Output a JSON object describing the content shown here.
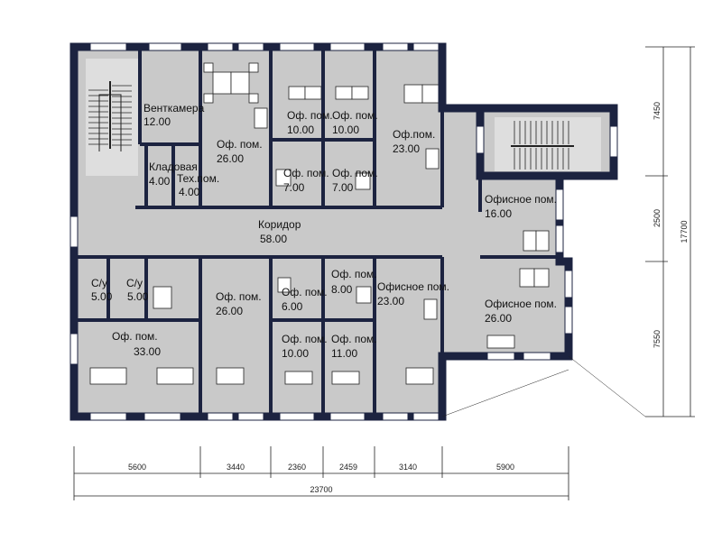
{
  "rooms": {
    "ventkamera": {
      "name": "Венткамера",
      "area": "12.00"
    },
    "kladovaya": {
      "name": "Кладовая",
      "area": "4.00"
    },
    "tehpom": {
      "name": "Тех.пом.",
      "area": "4.00"
    },
    "of_26a": {
      "name": "Оф. пом.",
      "area": "26.00"
    },
    "of_10a": {
      "name": "Оф. пом.",
      "area": "10.00"
    },
    "of_10b": {
      "name": "Оф. пом.",
      "area": "10.00"
    },
    "of_7a": {
      "name": "Оф. пом.",
      "area": "7.00"
    },
    "of_7b": {
      "name": "Оф. пом.",
      "area": "7.00"
    },
    "of_23a": {
      "name": "Оф.пом.",
      "area": "23.00"
    },
    "ofis_16": {
      "name": "Офисное пом.",
      "area": "16.00"
    },
    "koridor": {
      "name": "Коридор",
      "area": "58.00"
    },
    "su_a": {
      "name": "С/у",
      "area": "5.00"
    },
    "su_b": {
      "name": "С/у",
      "area": "5.00"
    },
    "of_33": {
      "name": "Оф. пом.",
      "area": "33.00"
    },
    "of_26b": {
      "name": "Оф. пом.",
      "area": "26.00"
    },
    "of_6": {
      "name": "Оф. пом.",
      "area": "6.00"
    },
    "of_8": {
      "name": "Оф. пом.",
      "area": "8.00"
    },
    "ofis_23b": {
      "name": "Офисное пом.",
      "area": "23.00"
    },
    "ofis_26": {
      "name": "Офисное пом.",
      "area": "26.00"
    },
    "of_10c": {
      "name": "Оф. пом.",
      "area": "10.00"
    },
    "of_11": {
      "name": "Оф. пом.",
      "area": "11.00"
    }
  },
  "dimensions": {
    "bottom": [
      "5600",
      "3440",
      "2360",
      "2459",
      "3140",
      "5900"
    ],
    "bottom_total": "23700",
    "right": [
      "7450",
      "2500",
      "7550"
    ],
    "right_total": "17700"
  },
  "colors": {
    "wall": "#1c2340",
    "floor": "#c9c9c9",
    "window": "#ffffff",
    "furniture": "#ffffff",
    "line": "#222222"
  }
}
